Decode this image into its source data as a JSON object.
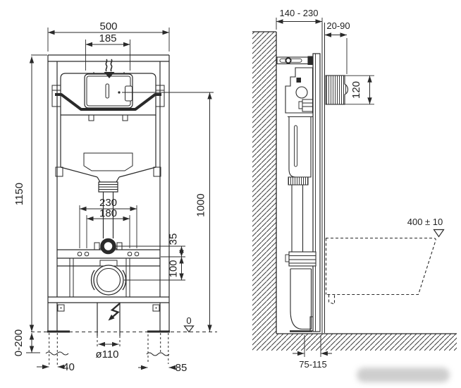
{
  "drawing": {
    "kind": "installation-frame-dimensional-drawing",
    "colors": {
      "line": "#2a2a2a",
      "background": "#ffffff",
      "watermark": "#c2c2c2"
    },
    "icons": {
      "flush_intake_arrow": "wavy-down-arrow",
      "floor_datum_marker": "triangle-down-outline",
      "bowl_level_marker": "triangle-down-outline",
      "outlet_flow_arrow": "zigzag-down-arrow"
    },
    "front_view": {
      "overall_width": "500",
      "plate_opening_width": "185",
      "frame_height": "1150",
      "fixing_spread_outer": "230",
      "fixing_spread_inner": "180",
      "inlet_offset": "35",
      "outlet_offset": "100",
      "plate_centre_height": "1000",
      "leg_adjustment": "0-200",
      "floor_datum": "0",
      "left_foot_offset": "40",
      "outlet_diameter": "ø110",
      "right_foot_offset": "85"
    },
    "side_view": {
      "frame_depth_range": "140 - 230",
      "wall_finish_range": "20-90",
      "plate_height": "120",
      "bowl_rim_height": "400 ± 10",
      "outlet_distance": "75-115"
    }
  }
}
